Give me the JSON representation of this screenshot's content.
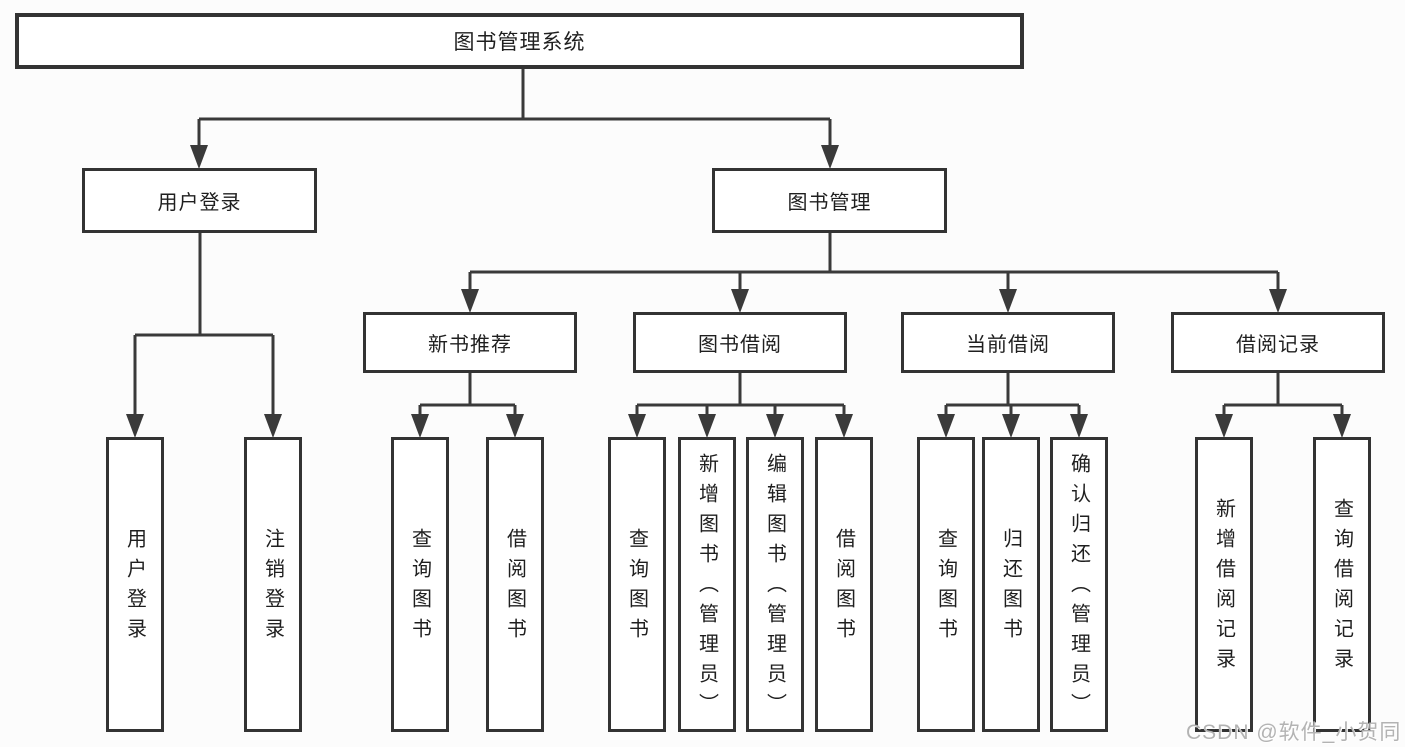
{
  "tree": {
    "root": "图书管理系统",
    "user_login": {
      "label": "用户登录",
      "children": [
        "用户登录",
        "注销登录"
      ]
    },
    "book_management": {
      "label": "图书管理",
      "sections": [
        {
          "label": "新书推荐",
          "children": [
            "查询图书",
            "借阅图书"
          ]
        },
        {
          "label": "图书借阅",
          "children": [
            "查询图书",
            "新增图书（管理员）",
            "编辑图书（管理员）",
            "借阅图书"
          ]
        },
        {
          "label": "当前借阅",
          "children": [
            "查询图书",
            "归还图书",
            "确认归还（管理员）"
          ]
        },
        {
          "label": "借阅记录",
          "children": [
            "新增借阅记录",
            "查询借阅记录"
          ]
        }
      ]
    }
  },
  "watermark": "CSDN @软件_小贺同学",
  "colors": {
    "line": "#3a3a3a",
    "box_border": "#333333",
    "box_fill": "#ffffff",
    "text": "#1f1f1f",
    "watermark": "#b3b3b3",
    "background": "#fcfcfc"
  }
}
